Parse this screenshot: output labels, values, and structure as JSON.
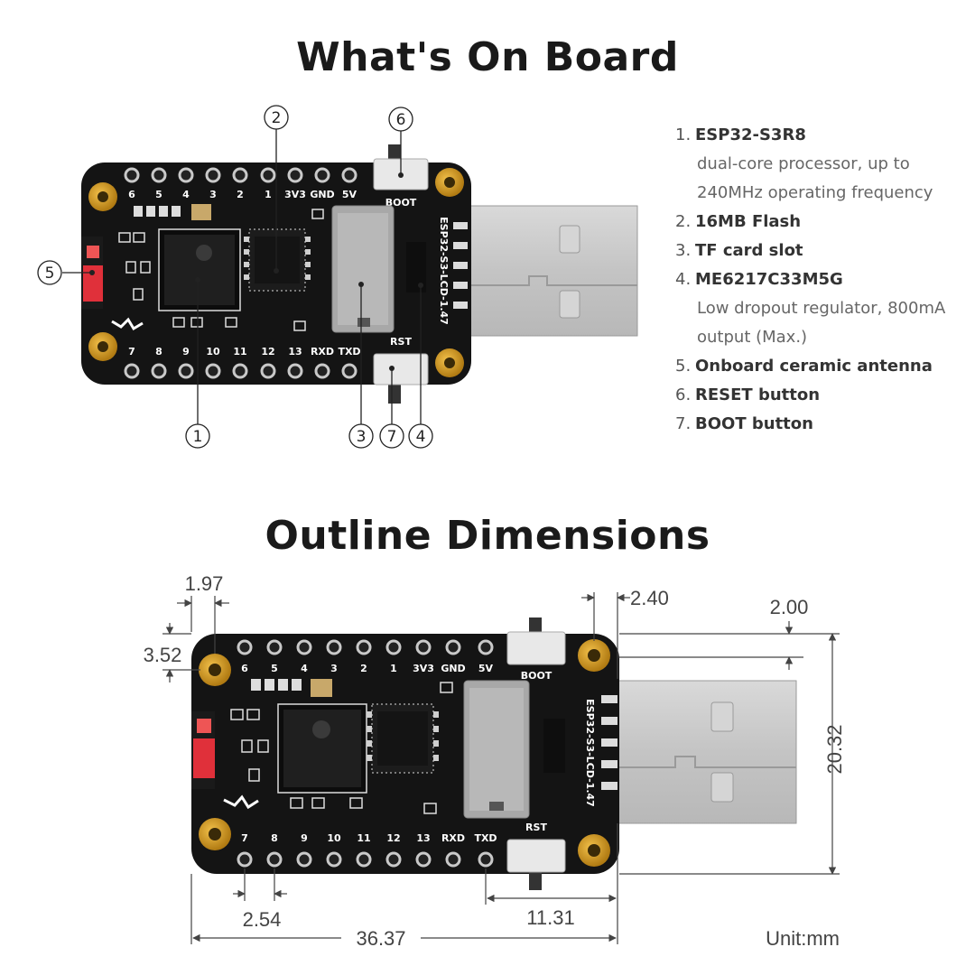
{
  "titles": {
    "top": "What's On Board",
    "bottom": "Outline Dimensions"
  },
  "components": [
    {
      "num": "1.",
      "name": "ESP32-S3R8",
      "desc": [
        "dual-core processor, up to",
        "240MHz operating frequency"
      ]
    },
    {
      "num": "2.",
      "name": "16MB Flash",
      "desc": []
    },
    {
      "num": "3.",
      "name": "TF card slot",
      "desc": []
    },
    {
      "num": "4.",
      "name": "ME6217C33M5G",
      "desc": [
        "Low dropout regulator, 800mA",
        "output (Max.)"
      ]
    },
    {
      "num": "5.",
      "name": "Onboard ceramic antenna",
      "desc": []
    },
    {
      "num": "6.",
      "name": "RESET button",
      "desc": []
    },
    {
      "num": "7.",
      "name": "BOOT button",
      "desc": []
    }
  ],
  "callouts": [
    "1",
    "2",
    "3",
    "4",
    "5",
    "6",
    "7"
  ],
  "silkscreen": {
    "top_pins": [
      "6",
      "5",
      "4",
      "3",
      "2",
      "1",
      "3V3",
      "GND",
      "5V"
    ],
    "bottom_pins": [
      "7",
      "8",
      "9",
      "10",
      "11",
      "12",
      "13",
      "RXD",
      "TXD"
    ],
    "boot": "BOOT",
    "rst": "RST",
    "model": "ESP32-S3-LCD-1.47"
  },
  "dimensions": {
    "hole_offset_x": "1.97",
    "hole_offset_y": "3.52",
    "usb_hole_offset": "2.40",
    "usb_offset": "2.00",
    "height": "20.32",
    "pitch": "2.54",
    "usb_length": "11.31",
    "length": "36.37",
    "unit": "Unit:mm"
  },
  "colors": {
    "pcb": "#141414",
    "gold": "#c8901c",
    "usb_metal": "#c9c9c9",
    "antenna": "#e0303a"
  }
}
